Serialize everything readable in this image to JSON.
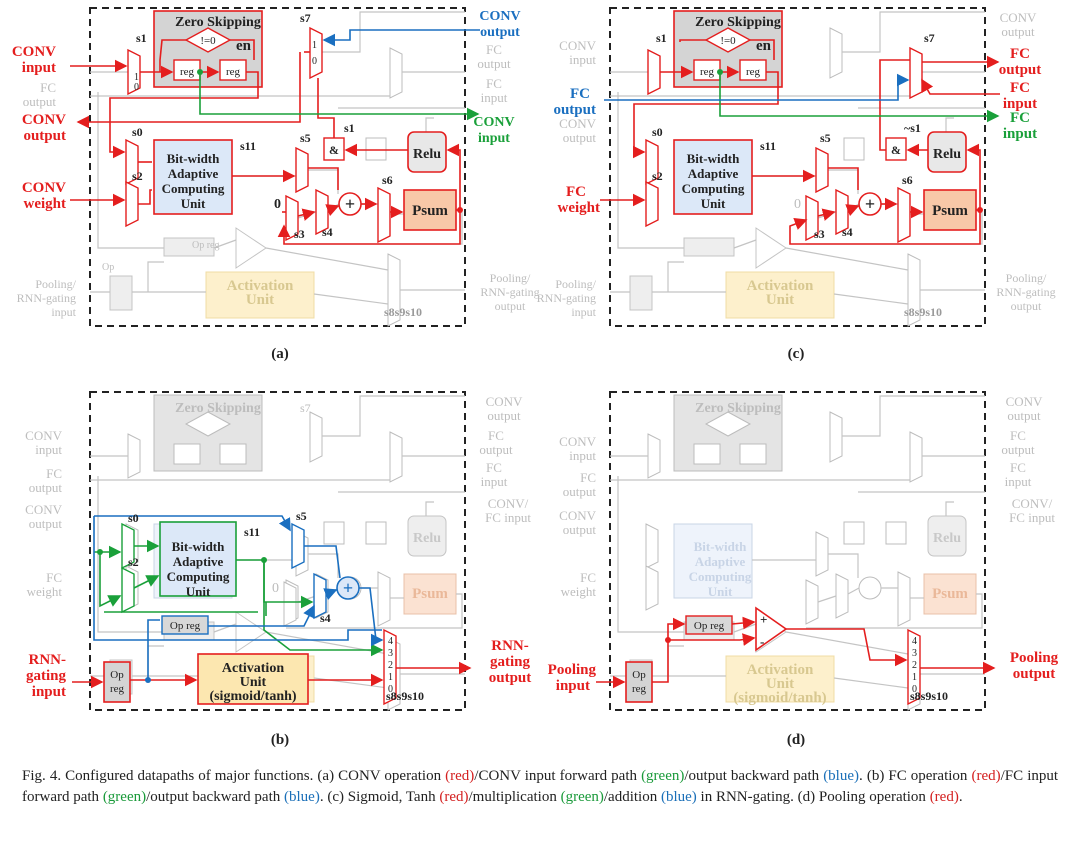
{
  "colors": {
    "red": "#e41e1e",
    "green": "#1aa03a",
    "blue": "#1a6fc0",
    "gray": "#bfbfbf",
    "zero_fill": "#d9d9d9",
    "unit_fill": "#dce8f8",
    "act_fill": "#fce7b0",
    "psum_fill": "#f8c8a8",
    "relu_fill": "#e8e8e8"
  },
  "labels": {
    "zero_skipping": "Zero Skipping",
    "neq0": "!=0",
    "en": "en",
    "reg": "reg",
    "op_reg": "Op reg",
    "op": "Op",
    "reg2": "reg",
    "bw1": "Bit-width",
    "bw2": "Adaptive",
    "bw3": "Computing",
    "bw4": "Unit",
    "act1": "Activation",
    "act2": "Unit",
    "act3": "(sigmoid/tanh)",
    "relu": "Relu",
    "psum": "Psum",
    "and": "&",
    "plus": "+",
    "minus": "-",
    "zero": "0",
    "s0": "s0",
    "s1": "s1",
    "s2": "s2",
    "s3": "s3",
    "s4": "s4",
    "s5": "s5",
    "s6": "s6",
    "s7": "s7",
    "s11": "s11",
    "ns1": "~s1",
    "s8910": "s8s9s10",
    "m0": "0",
    "m1": "1",
    "m2": "2",
    "m3": "3",
    "m4": "4",
    "conv": "CONV",
    "input": "input",
    "output": "output",
    "weight": "weight",
    "fc": "FC",
    "conv_fc": "CONV/",
    "fc_input": "FC input",
    "pooling": "Pooling",
    "rnn_gating": "RNN-gating",
    "pooling_slash": "Pooling/",
    "rnn": "RNN-",
    "gating": "gating",
    "pa": "(a)",
    "pb": "(b)",
    "pc": "(c)",
    "pd": "(d)"
  },
  "caption": {
    "fig": "Fig. 4.",
    "intro": "Configured datapaths of major functions. (a) CONV operation",
    "red": "(red)",
    "conv_in_fwd": "/CONV input forward path",
    "green": "(green)",
    "out_bwd": "/output backward path",
    "blue": "(blue)",
    "b_text": ". (b) FC operation",
    "fc_in_fwd": "/FC input forward path",
    "c_text": ". (c) Sigmoid, Tanh",
    "mult": "/multiplication",
    "add": "/addition",
    "in_rnn": "in RNN-gating. (d) Pooling operation",
    "end": "."
  }
}
